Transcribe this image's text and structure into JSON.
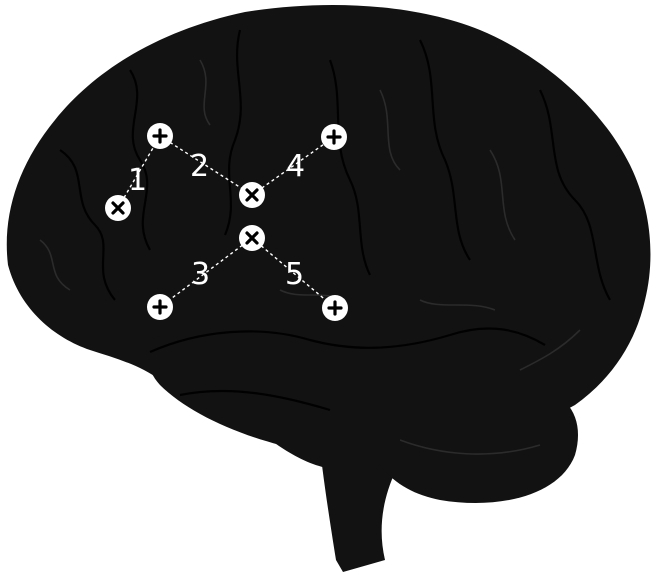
{
  "diagram": {
    "background": "#ffffff",
    "brain_color": "#121212",
    "marker_color": "#ffffff",
    "marker_symbol_color": "#000000",
    "electrodes": [
      {
        "id": "e1",
        "type": "minus",
        "symbol": "×"
      },
      {
        "id": "e2",
        "type": "plus",
        "symbol": "+"
      },
      {
        "id": "e3",
        "type": "minus",
        "symbol": "×"
      },
      {
        "id": "e4",
        "type": "plus",
        "symbol": "+"
      },
      {
        "id": "e5",
        "type": "minus",
        "symbol": "×"
      },
      {
        "id": "e6",
        "type": "plus",
        "symbol": "+"
      },
      {
        "id": "e7",
        "type": "plus",
        "symbol": "+"
      }
    ],
    "pairs": [
      {
        "label": "1",
        "from": "e1",
        "to": "e2"
      },
      {
        "label": "2",
        "from": "e2",
        "to": "e3"
      },
      {
        "label": "3",
        "from": "e5",
        "to": "e6"
      },
      {
        "label": "4",
        "from": "e3",
        "to": "e4"
      },
      {
        "label": "5",
        "from": "e5",
        "to": "e7"
      }
    ]
  }
}
